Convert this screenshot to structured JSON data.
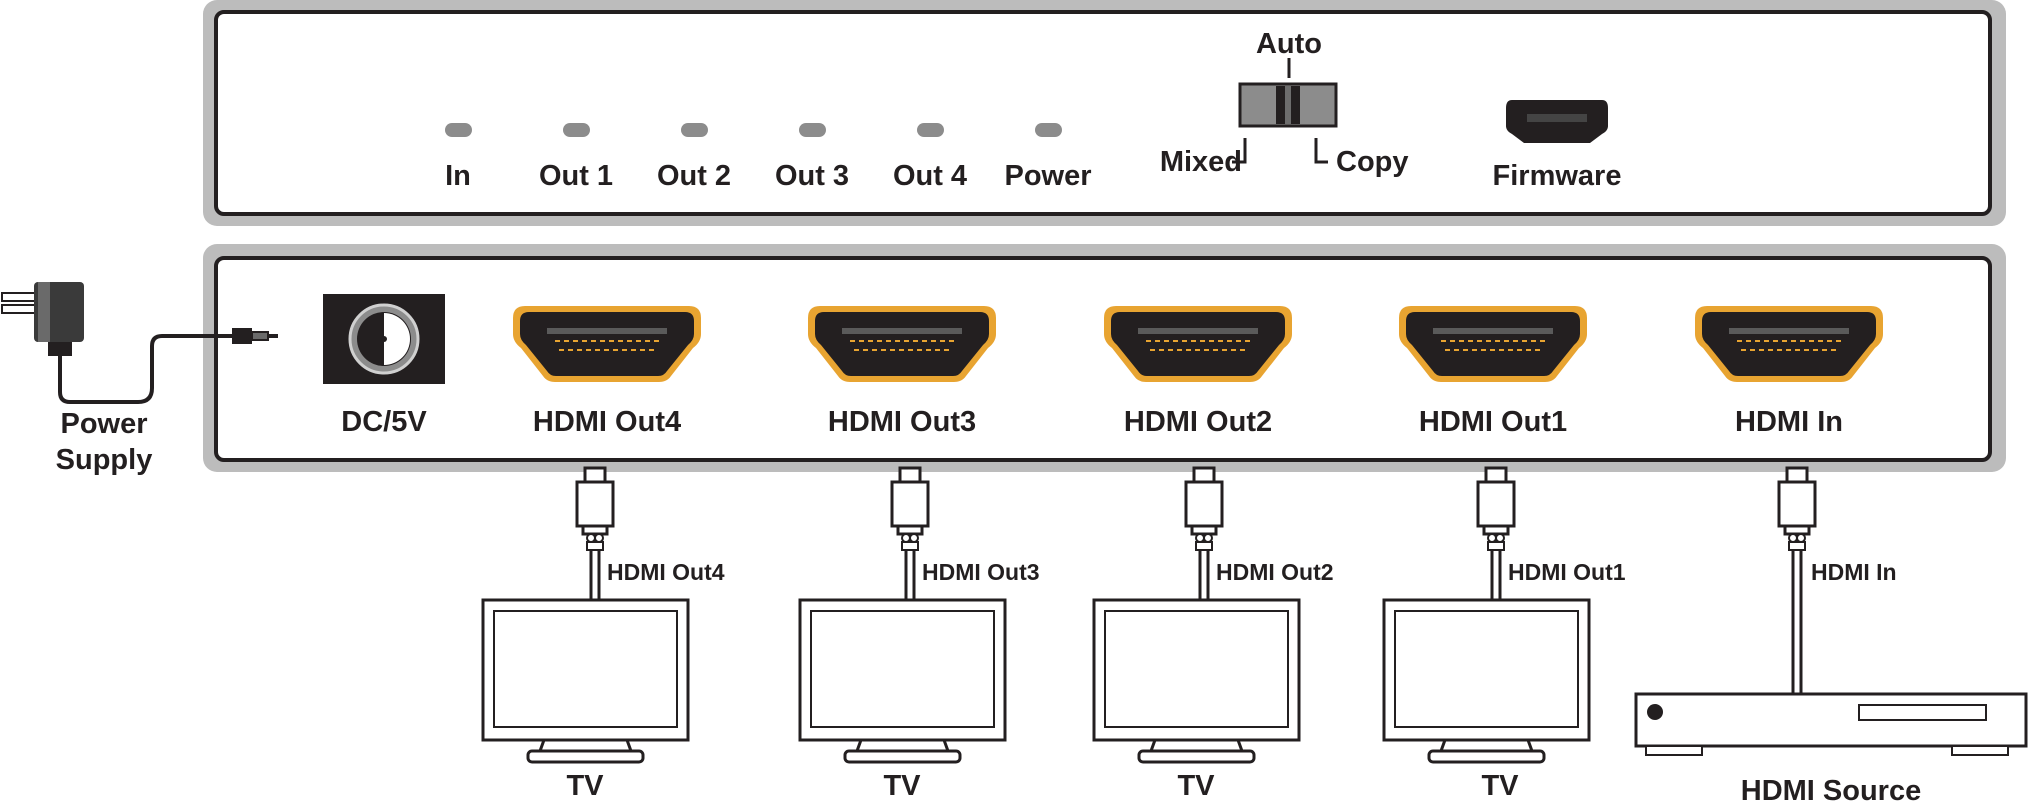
{
  "front_panel": {
    "led_labels": [
      "In",
      "Out 1",
      "Out 2",
      "Out 3",
      "Out 4",
      "Power"
    ],
    "switch": {
      "top_label": "Auto",
      "left_label": "Mixed",
      "right_label": "Copy"
    },
    "firmware_label": "Firmware"
  },
  "rear_panel": {
    "power_jack_label": "DC/5V",
    "port_labels": [
      "HDMI Out4",
      "HDMI Out3",
      "HDMI Out2",
      "HDMI Out1",
      "HDMI In"
    ]
  },
  "power_supply": {
    "label_line1": "Power",
    "label_line2": "Supply"
  },
  "connections": {
    "cable_labels": [
      "HDMI Out4",
      "HDMI Out3",
      "HDMI Out2",
      "HDMI Out1",
      "HDMI In"
    ],
    "tv_labels": [
      "TV",
      "TV",
      "TV",
      "TV"
    ],
    "source_label": "HDMI Source"
  },
  "colors": {
    "port_gold": "#e8a431",
    "panel_border": "#bcbcbc",
    "dark": "#231f20"
  }
}
